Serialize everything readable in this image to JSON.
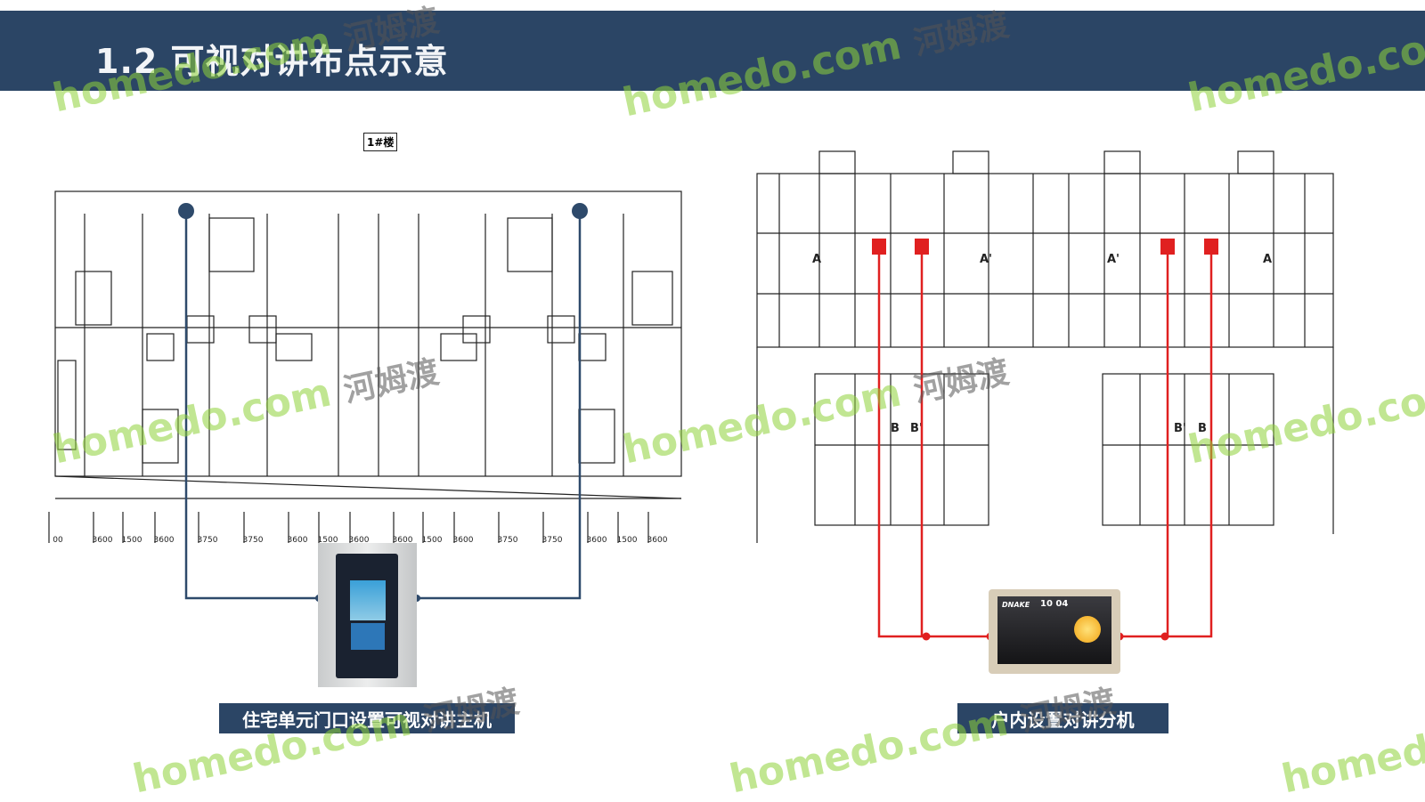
{
  "header": {
    "title": "1.2 可视对讲布点示意"
  },
  "left_plan": {
    "building_label": "1#楼",
    "dimensions": [
      "00",
      "3600",
      "1500",
      "3600",
      "3750",
      "3750",
      "3600",
      "1500",
      "3600",
      "3600",
      "1500",
      "3600",
      "3750",
      "3750",
      "3600",
      "1500",
      "3600"
    ]
  },
  "right_plan": {
    "unit_labels": [
      "A",
      "A'",
      "A'",
      "A",
      "B",
      "B'",
      "B'",
      "B"
    ]
  },
  "devices": {
    "indoor_brand": "DNAKE",
    "indoor_time": "10 04"
  },
  "captions": {
    "left": "住宅单元门口设置可视对讲主机",
    "right": "户内设置对讲分机"
  },
  "watermark": {
    "latin": "homedo.com",
    "chinese": "河姆渡"
  },
  "colors": {
    "header": "#2b4565",
    "outdoor_line": "#2e4a6b",
    "indoor_line": "#e02020"
  }
}
